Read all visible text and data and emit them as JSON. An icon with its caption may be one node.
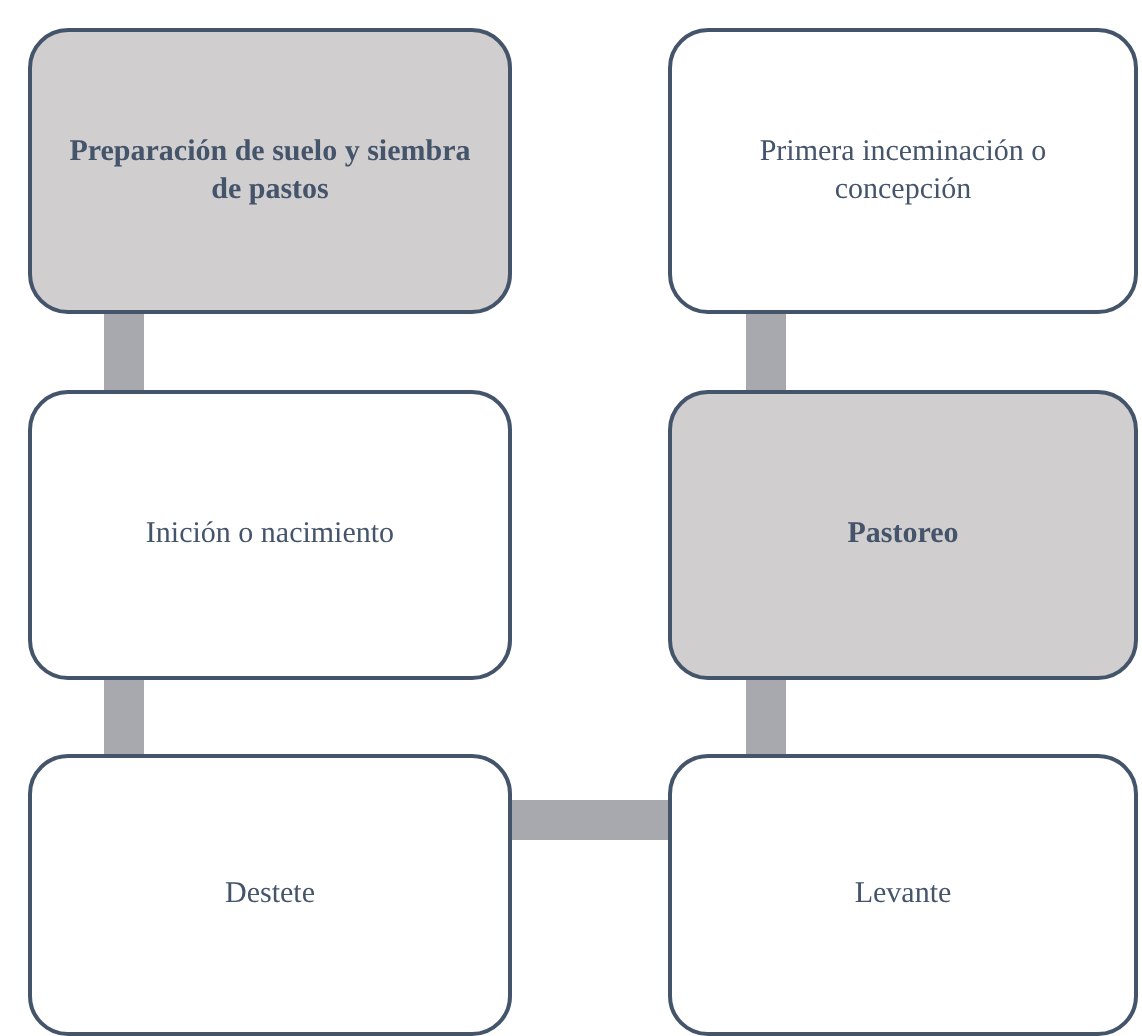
{
  "diagram": {
    "nodes": [
      {
        "text": [
          "Preparación de suelo y siembra de pastos"
        ]
      },
      {
        "text": [
          "Primera inceminación o concepción"
        ]
      },
      {
        "text": [
          "Inición o nacimiento"
        ]
      },
      {
        "text": [
          "Pastoreo"
        ]
      },
      {
        "text": [
          "Destete"
        ]
      },
      {
        "text": [
          "Levante"
        ]
      }
    ],
    "edges": [
      {
        "from": 0,
        "to": 2,
        "arrow": "none"
      },
      {
        "from": 2,
        "to": 4,
        "arrow": "none"
      },
      {
        "from": 4,
        "to": 5,
        "arrow": "none"
      },
      {
        "from": 5,
        "to": 3,
        "arrow": "none"
      },
      {
        "from": 3,
        "to": 1,
        "arrow": "none"
      }
    ]
  }
}
